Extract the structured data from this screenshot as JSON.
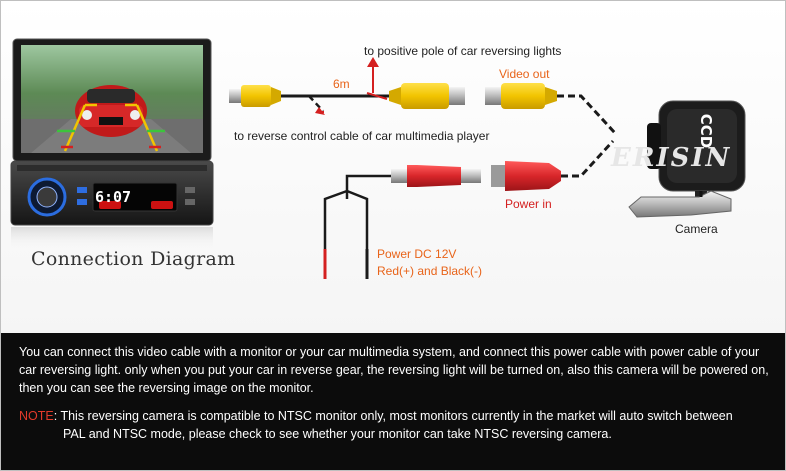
{
  "diagram": {
    "title": "Connection Diagram",
    "brand": "ERISIN",
    "labels": {
      "positive_pole": "to positive pole of car reversing lights",
      "length": "6m",
      "video_out": "Video out",
      "reverse_control": "to reverse control cable of car multimedia player",
      "power_in": "Power in",
      "camera": "Camera",
      "power_dc": "Power DC 12V",
      "polarity": "Red(+) and Black(-)"
    },
    "head_unit": {
      "clock": "6:07"
    },
    "camera_badge": "CCD",
    "colors": {
      "orange": "#e8641a",
      "red": "#d42020",
      "rca_yellow": "#f2c400",
      "dc_red": "#d8262a"
    }
  },
  "panel": {
    "paragraph": "You can connect this video cable with a monitor or your car multimedia system, and connect this power cable with power cable of your car reversing light. only when you put your car in reverse gear, the reversing light will be turned on, also this camera will be powered on, then you can see the reversing image on the monitor.",
    "note_label": "NOTE",
    "note_text_1": ": This reversing camera is compatible to NTSC monitor only, most monitors currently in the market will auto switch between",
    "note_text_2": "PAL and NTSC mode, please check to see whether your monitor can take NTSC reversing camera."
  }
}
